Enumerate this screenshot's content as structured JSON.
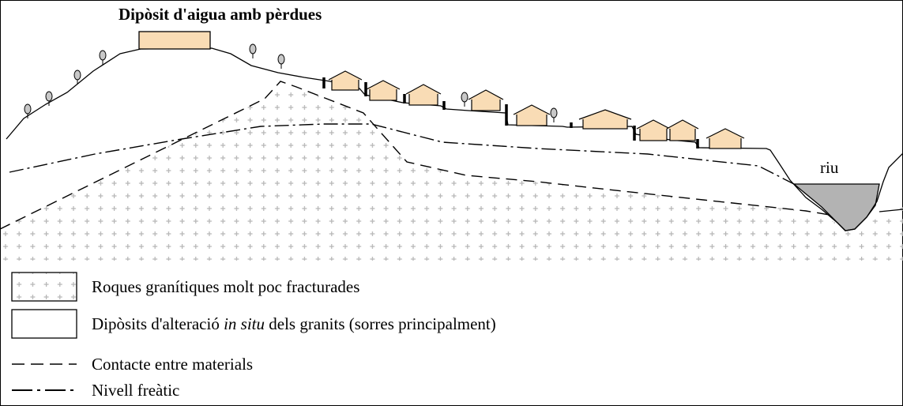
{
  "diagram": {
    "title": "Dipòsit d'aigua amb pèrdues",
    "river_label": "riu",
    "colors": {
      "house_fill": "#f9dcb5",
      "water_fill": "#b3b3b3",
      "granite_cross": "#b5b5b5",
      "line": "#000000",
      "tree_fill": "#c8c8c8"
    }
  },
  "legend": {
    "granite": "Roques granítiques molt poc fracturades",
    "alteration_pre": "Dipòsits d'alteració ",
    "alteration_em": "in situ",
    "alteration_post": " dels granits (sorres principalment)",
    "contact": "Contacte entre materials",
    "water_table": "Nivell freàtic"
  }
}
